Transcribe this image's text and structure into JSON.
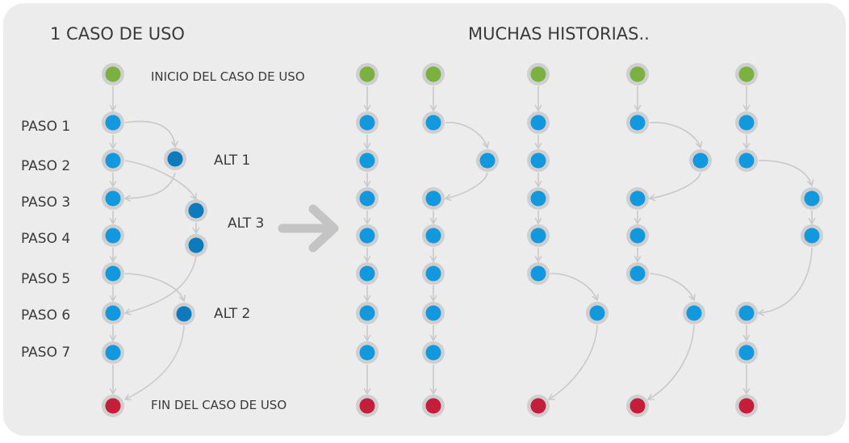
{
  "titles": {
    "left": "1 CASO DE USO",
    "right": "MUCHAS HISTORIAS.."
  },
  "labels": {
    "start": "INICIO DEL CASO DE USO",
    "end": "FIN DEL CASO DE USO"
  },
  "steps": [
    "PASO 1",
    "PASO 2",
    "PASO 3",
    "PASO 4",
    "PASO 5",
    "PASO 6",
    "PASO 7"
  ],
  "alternatives": [
    "ALT 1",
    "ALT 3",
    "ALT 2"
  ],
  "colors": {
    "background": "#ececec",
    "start": "#7bb13f",
    "step": "#1199e0",
    "alt_step": "#0b7bbd",
    "end": "#c41e3a",
    "ring": "#cfcfcf",
    "connector": "#c9c9c9",
    "arrow": "#c4c4c4"
  },
  "icons": [
    "right-arrow-icon"
  ]
}
